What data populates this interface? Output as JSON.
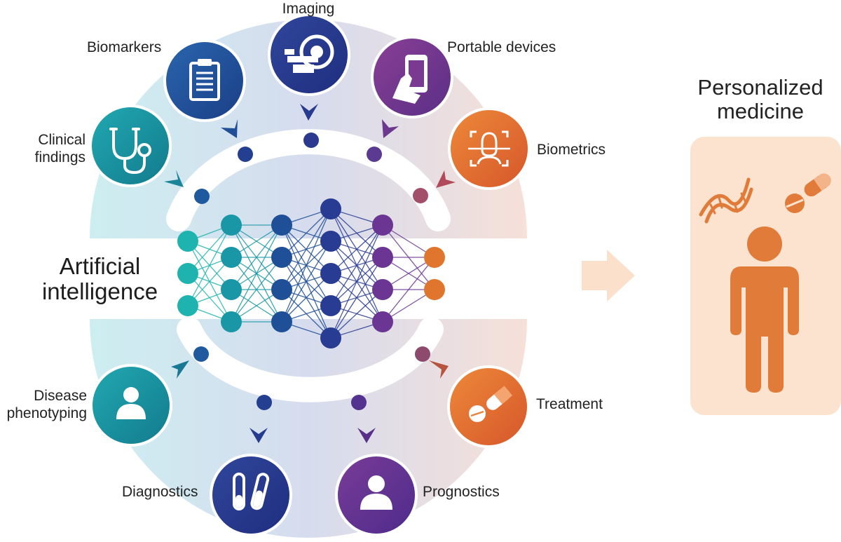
{
  "ai_label": {
    "line1": "Artificial",
    "line2": "intelligence"
  },
  "inputs": [
    {
      "label": "Clinical findings",
      "line1": "Clinical",
      "line2": "findings",
      "icon": "stethoscope-icon",
      "color": "#1a8f9f"
    },
    {
      "label": "Biomarkers",
      "icon": "clipboard-icon",
      "color": "#1f4f96"
    },
    {
      "label": "Imaging",
      "icon": "ct-scanner-icon",
      "color": "#283a8e"
    },
    {
      "label": "Portable devices",
      "icon": "smartphone-hand-icon",
      "color": "#6b3a8e"
    },
    {
      "label": "Biometrics",
      "icon": "face-scan-icon",
      "color": "#df6c2b"
    }
  ],
  "outputs": [
    {
      "label": "Disease phenotyping",
      "line1": "Disease",
      "line2": "phenotyping",
      "icon": "person-icon",
      "color": "#1a8f9f"
    },
    {
      "label": "Diagnostics",
      "icon": "test-tubes-icon",
      "color": "#243b8f"
    },
    {
      "label": "Prognostics",
      "icon": "person-icon",
      "color": "#6d2f8e"
    },
    {
      "label": "Treatment",
      "icon": "pills-icon",
      "color": "#df6c2b"
    }
  ],
  "result": {
    "line1": "Personalized",
    "line2": "medicine",
    "icons": [
      "dna-icon",
      "pills-icon",
      "person-icon"
    ],
    "color": "#e07b39",
    "panel_color": "#fbe3cf"
  },
  "arrow_icon": "right-arrow-icon",
  "network": {
    "layers": [
      3,
      4,
      4,
      5,
      4,
      2
    ]
  }
}
